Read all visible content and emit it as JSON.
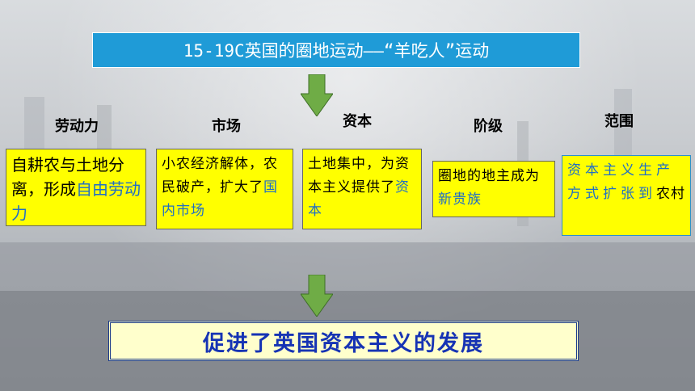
{
  "title": "15-19C英国的圈地运动——“羊吃人”运动",
  "categories": [
    {
      "label": "劳动力"
    },
    {
      "label": "市场"
    },
    {
      "label": "资本"
    },
    {
      "label": "阶级"
    },
    {
      "label": "范围"
    }
  ],
  "boxes": [
    {
      "plain1": "自耕农与土地分离，形成",
      "hl1": "自",
      "plain2": "",
      "hl2": "由劳动力"
    },
    {
      "plain1": "小农经济解体，农民破产，扩大了",
      "hl": "国内市场"
    },
    {
      "plain1": "土地集中，为资本主义提供了",
      "hl": "资本"
    },
    {
      "plain1": "圈地的地主成为",
      "hl": "新贵族"
    },
    {
      "hl": "资本主义生产方式扩张到",
      "plain": "农村"
    }
  ],
  "conclusion": "促进了英国资本主义的发展",
  "colors": {
    "title_bg": "#1f9bd7",
    "box_bg": "#ffff00",
    "highlight": "#1f6ec6",
    "arrow": "#6fac46",
    "conclusion_text": "#1633b4"
  }
}
